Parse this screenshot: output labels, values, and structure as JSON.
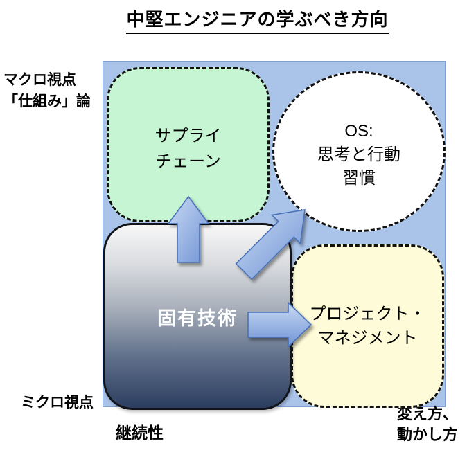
{
  "title": "中堅エンジニアの学ぶべき方向",
  "axis_labels": {
    "top_left_line1": "マクロ視点",
    "top_left_line2": "「仕組み」論",
    "bottom_left": "ミクロ視点",
    "bottom_center": "継続性",
    "bottom_right_line1": "変え方、",
    "bottom_right_line2": "動かし方"
  },
  "shapes": {
    "supply_chain": {
      "lines": [
        "サプライ",
        "チェーン"
      ]
    },
    "os_habits": {
      "lines": [
        "OS:",
        "思考と行動",
        "習慣"
      ]
    },
    "core_technology": {
      "label": "固有技術"
    },
    "project_management": {
      "lines": [
        "プロジェクト・",
        "マネジメント"
      ]
    }
  },
  "arrows": [
    {
      "name": "core-to-supply-chain",
      "direction": "up"
    },
    {
      "name": "core-to-os-habits",
      "direction": "up-right"
    },
    {
      "name": "core-to-project-management",
      "direction": "right"
    }
  ],
  "colors": {
    "panel_blue": "#a9c3e9",
    "panel_border": "#7e9fd1",
    "green_fill": "#c6f5d3",
    "circle_fill": "#ffffff",
    "yellow_fill": "#fdfbd8",
    "core_top": "#f7f7f7",
    "core_bottom": "#2c3e60",
    "arrow_light": "#c9daf3",
    "arrow_dark": "#7093d5",
    "arrow_stroke": "#4a72b8"
  }
}
